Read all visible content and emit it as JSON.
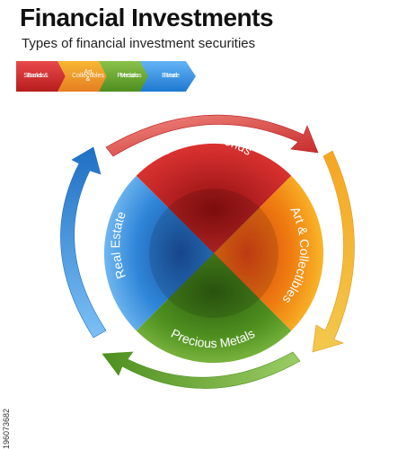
{
  "header": {
    "title": "Financial Investments",
    "subtitle": "Types of financial investment securities"
  },
  "legend_tabs": [
    {
      "label_line1": "Stocks &",
      "label_line2": "Bonds",
      "color": "#d32f2f"
    },
    {
      "label_line1": "Art &",
      "label_line2": "Collectibles",
      "color": "#f39c12"
    },
    {
      "label_line1": "Precious",
      "label_line2": "Metals",
      "color": "#6aab2e"
    },
    {
      "label_line1": "Real",
      "label_line2": "Estate",
      "color": "#3f97e0"
    }
  ],
  "segments": [
    {
      "label": "Stocks & Bonds",
      "color": "#d32f2f"
    },
    {
      "label": "Art & Collectibles",
      "color": "#f39c12"
    },
    {
      "label": "Precious Metals",
      "color": "#6aab2e"
    },
    {
      "label": "Real Estate",
      "color": "#3f97e0"
    }
  ],
  "stock_id": "196073682"
}
